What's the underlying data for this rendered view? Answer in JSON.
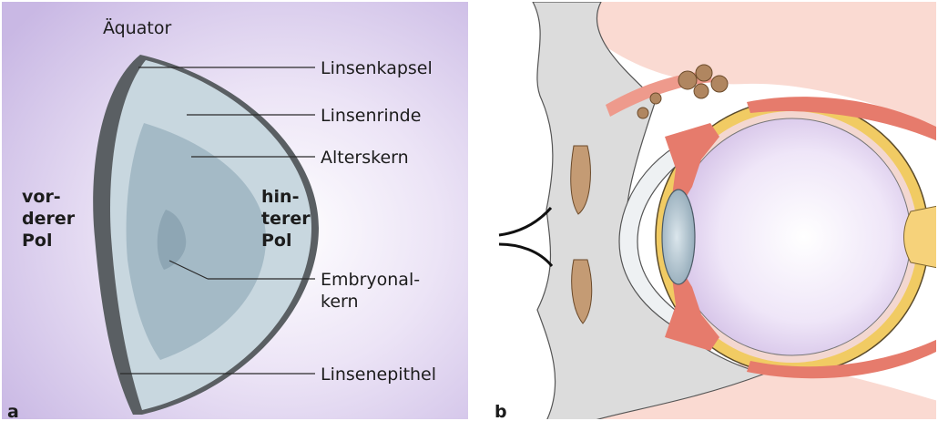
{
  "panel_a": {
    "letter": "a",
    "top_label": "Äquator",
    "left_label": [
      "vor-",
      "derer",
      "Pol"
    ],
    "right_label": [
      "hin-",
      "terer",
      "Pol"
    ],
    "callouts": [
      "Linsenkapsel",
      "Linsenrinde",
      "Alterskern",
      "Embryonal-",
      "kern",
      "Linsenepithel"
    ]
  },
  "panel_b": {
    "letter": "b"
  },
  "colors": {
    "panel_a_bg_center": "#ffffff",
    "panel_a_bg_edge": "#c9b8e4",
    "capsule": "#5a5f63",
    "cortex": "#c8d7df",
    "senile_nucleus": "#a4bac6",
    "embryonic_nucleus": "#8ea6b4",
    "skin": "#fadad2",
    "lid_gray": "#dcdcdc",
    "sclera_yellow": "#f1cb63",
    "muscle_red": "#e67b6c",
    "gland_brown": "#b08660",
    "vitreous_center": "#ffffff",
    "vitreous_edge": "#c9b2e0"
  }
}
